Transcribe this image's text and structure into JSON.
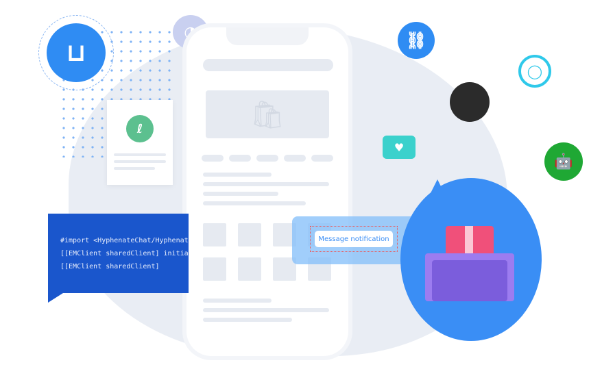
{
  "code_snippet": {
    "lines": [
      "#import <HyphenateChat/HyphenateChat.h>",
      "[[EMClient sharedClient] initializeSDKWithOptions:options];",
      "[[EMClient sharedClient]"
    ]
  },
  "notification": {
    "label": "Message notification"
  },
  "colors": {
    "code_bg": "#1a56cc",
    "accent": "#3a8ef5",
    "android": "#1fa834",
    "apple": "#2b2b2b"
  },
  "icons": [
    "uniapp-icon",
    "mini-program-icon",
    "link-icon",
    "planet-icon",
    "apple-icon",
    "android-icon",
    "heart-icon",
    "gift-icon"
  ]
}
